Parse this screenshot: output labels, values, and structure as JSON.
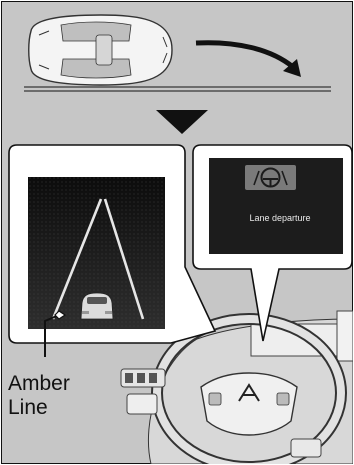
{
  "panel_right": {
    "status_text": "Lane departure"
  },
  "callout": {
    "line1": "Amber",
    "line2": "Line"
  },
  "colors": {
    "panel_bg": "#c6c6c6",
    "outline": "#111111",
    "screen_dark": "#1c1c1c",
    "lane_line": "#e6e6e6",
    "warning_icon_bg": "#7a7a7a"
  },
  "icons": [
    "car-top-view-icon",
    "curved-arrow-icon",
    "down-triangle-icon",
    "lane-keeping-icon",
    "steering-wheel-icon"
  ]
}
